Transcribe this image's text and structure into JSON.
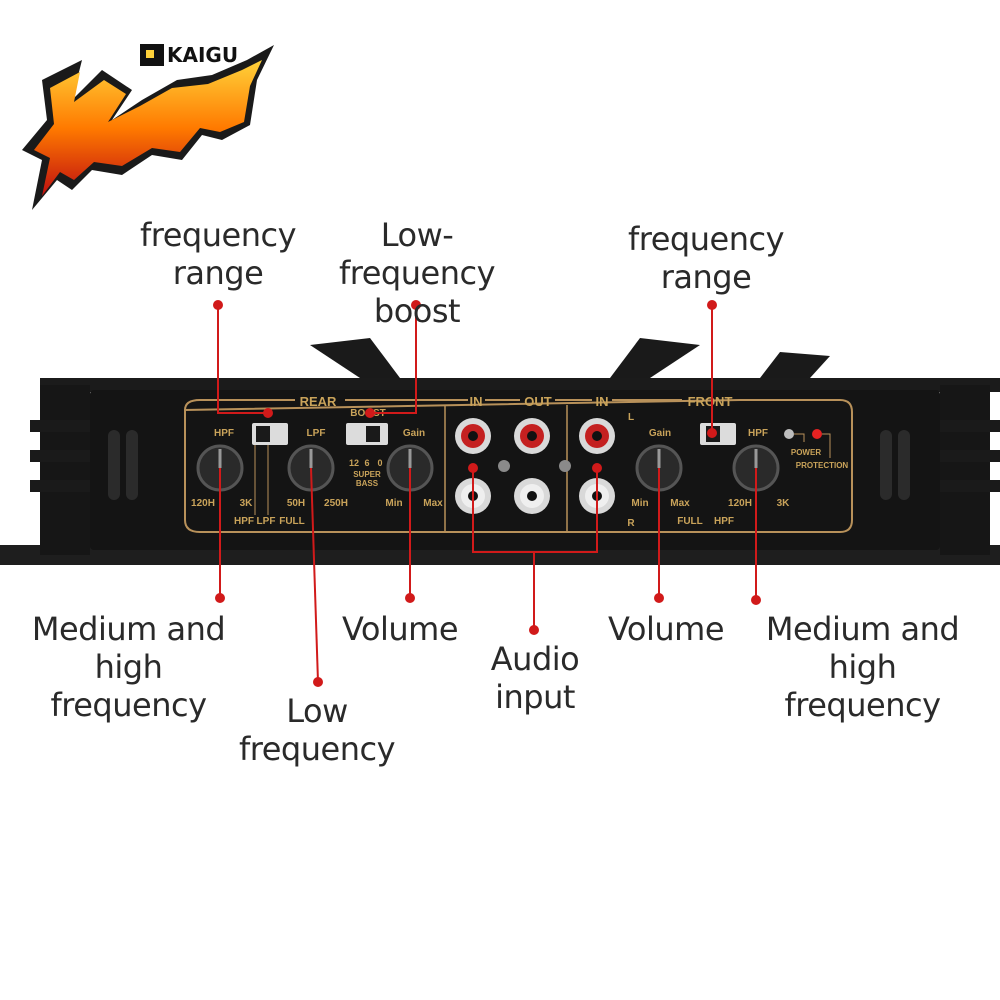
{
  "logo": {
    "brand": "KAIGU",
    "colors": {
      "top": "#ffd23a",
      "mid": "#ff7a00",
      "bottom": "#c01010"
    }
  },
  "colors": {
    "accent": "#d11a1a",
    "panel": "#141414",
    "trim": "#b8915a",
    "leader": "#d11a1a"
  },
  "callouts": {
    "rear_freq_range": "frequency\nrange",
    "low_boost": "Low-frequency\nboost",
    "front_freq_range": "frequency\nrange",
    "rear_mid_high": "Medium and high\nfrequency",
    "low_frequency": "Low frequency",
    "rear_volume": "Volume",
    "audio_input": "Audio\ninput",
    "front_volume": "Volume",
    "front_mid_high": "Medium and high\nfrequency"
  },
  "panel": {
    "rear": "REAR",
    "front": "FRONT",
    "in_left": "IN",
    "out": "OUT",
    "in_right": "IN",
    "boost": "BOOST",
    "rear_hpf": "HPF",
    "rear_lpf": "LPF",
    "rear_gain": "Gain",
    "front_gain": "Gain",
    "front_hpf": "HPF",
    "rear_120h": "120H",
    "rear_3k": "3K",
    "lpf_50h": "50H",
    "lpf_250h": "250H",
    "gain_min": "Min",
    "gain_max": "Max",
    "front_min": "Min",
    "front_max": "Max",
    "front_120h": "120H",
    "front_3k": "3K",
    "sw_hpf": "HPF",
    "sw_lpf": "LPF",
    "sw_full": "FULL",
    "boost_12": "12",
    "boost_6": "6",
    "boost_0": "0",
    "super": "SUPER",
    "bass": "BASS",
    "ch_l": "L",
    "ch_r": "R",
    "front_full": "FULL",
    "front_hpf_sw": "HPF",
    "power": "POWER",
    "protection": "PROTECTION"
  }
}
